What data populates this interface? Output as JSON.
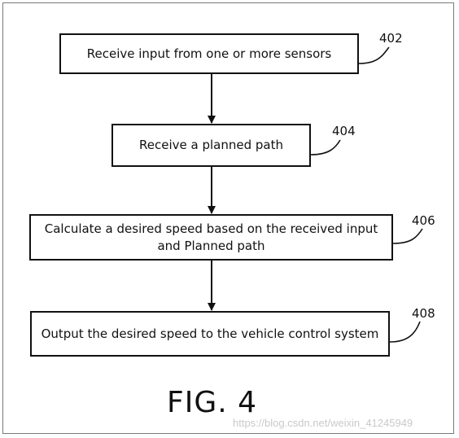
{
  "steps": [
    {
      "ref": "402",
      "text": "Receive input from one or more sensors"
    },
    {
      "ref": "404",
      "text": "Receive a planned path"
    },
    {
      "ref": "406",
      "line1": "Calculate a desired speed based on the received input",
      "line2": "and Planned path"
    },
    {
      "ref": "408",
      "text": "Output the desired speed to the vehicle control system"
    }
  ],
  "figure_label": "FIG. 4",
  "watermark": "https://blog.csdn.net/weixin_41245949"
}
